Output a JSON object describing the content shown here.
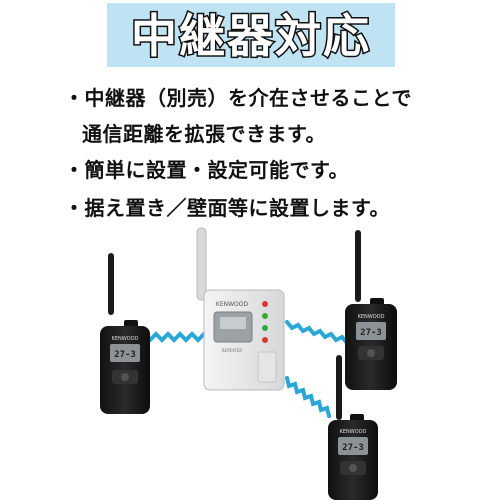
{
  "title": "中継器対応",
  "bullets": [
    {
      "lines": [
        "・中継器（別売）を介在させることで",
        "通信距離を拡張できます。"
      ]
    },
    {
      "lines": [
        "・簡単に設置・設定可能です。"
      ]
    },
    {
      "lines": [
        "・据え置き／壁面等に設置します。"
      ]
    }
  ],
  "devices": {
    "brand": "KENWOOD",
    "radio_display": "27-3",
    "repeater_label": "REPEATER"
  },
  "colors": {
    "title_bg": "#bfe3f3",
    "title_text": "#ffffff",
    "title_stroke": "#111111",
    "signal_wave": "#2aa7d6",
    "radio_body": "#1d1d1f",
    "repeater_body": "#e9e9ea"
  }
}
